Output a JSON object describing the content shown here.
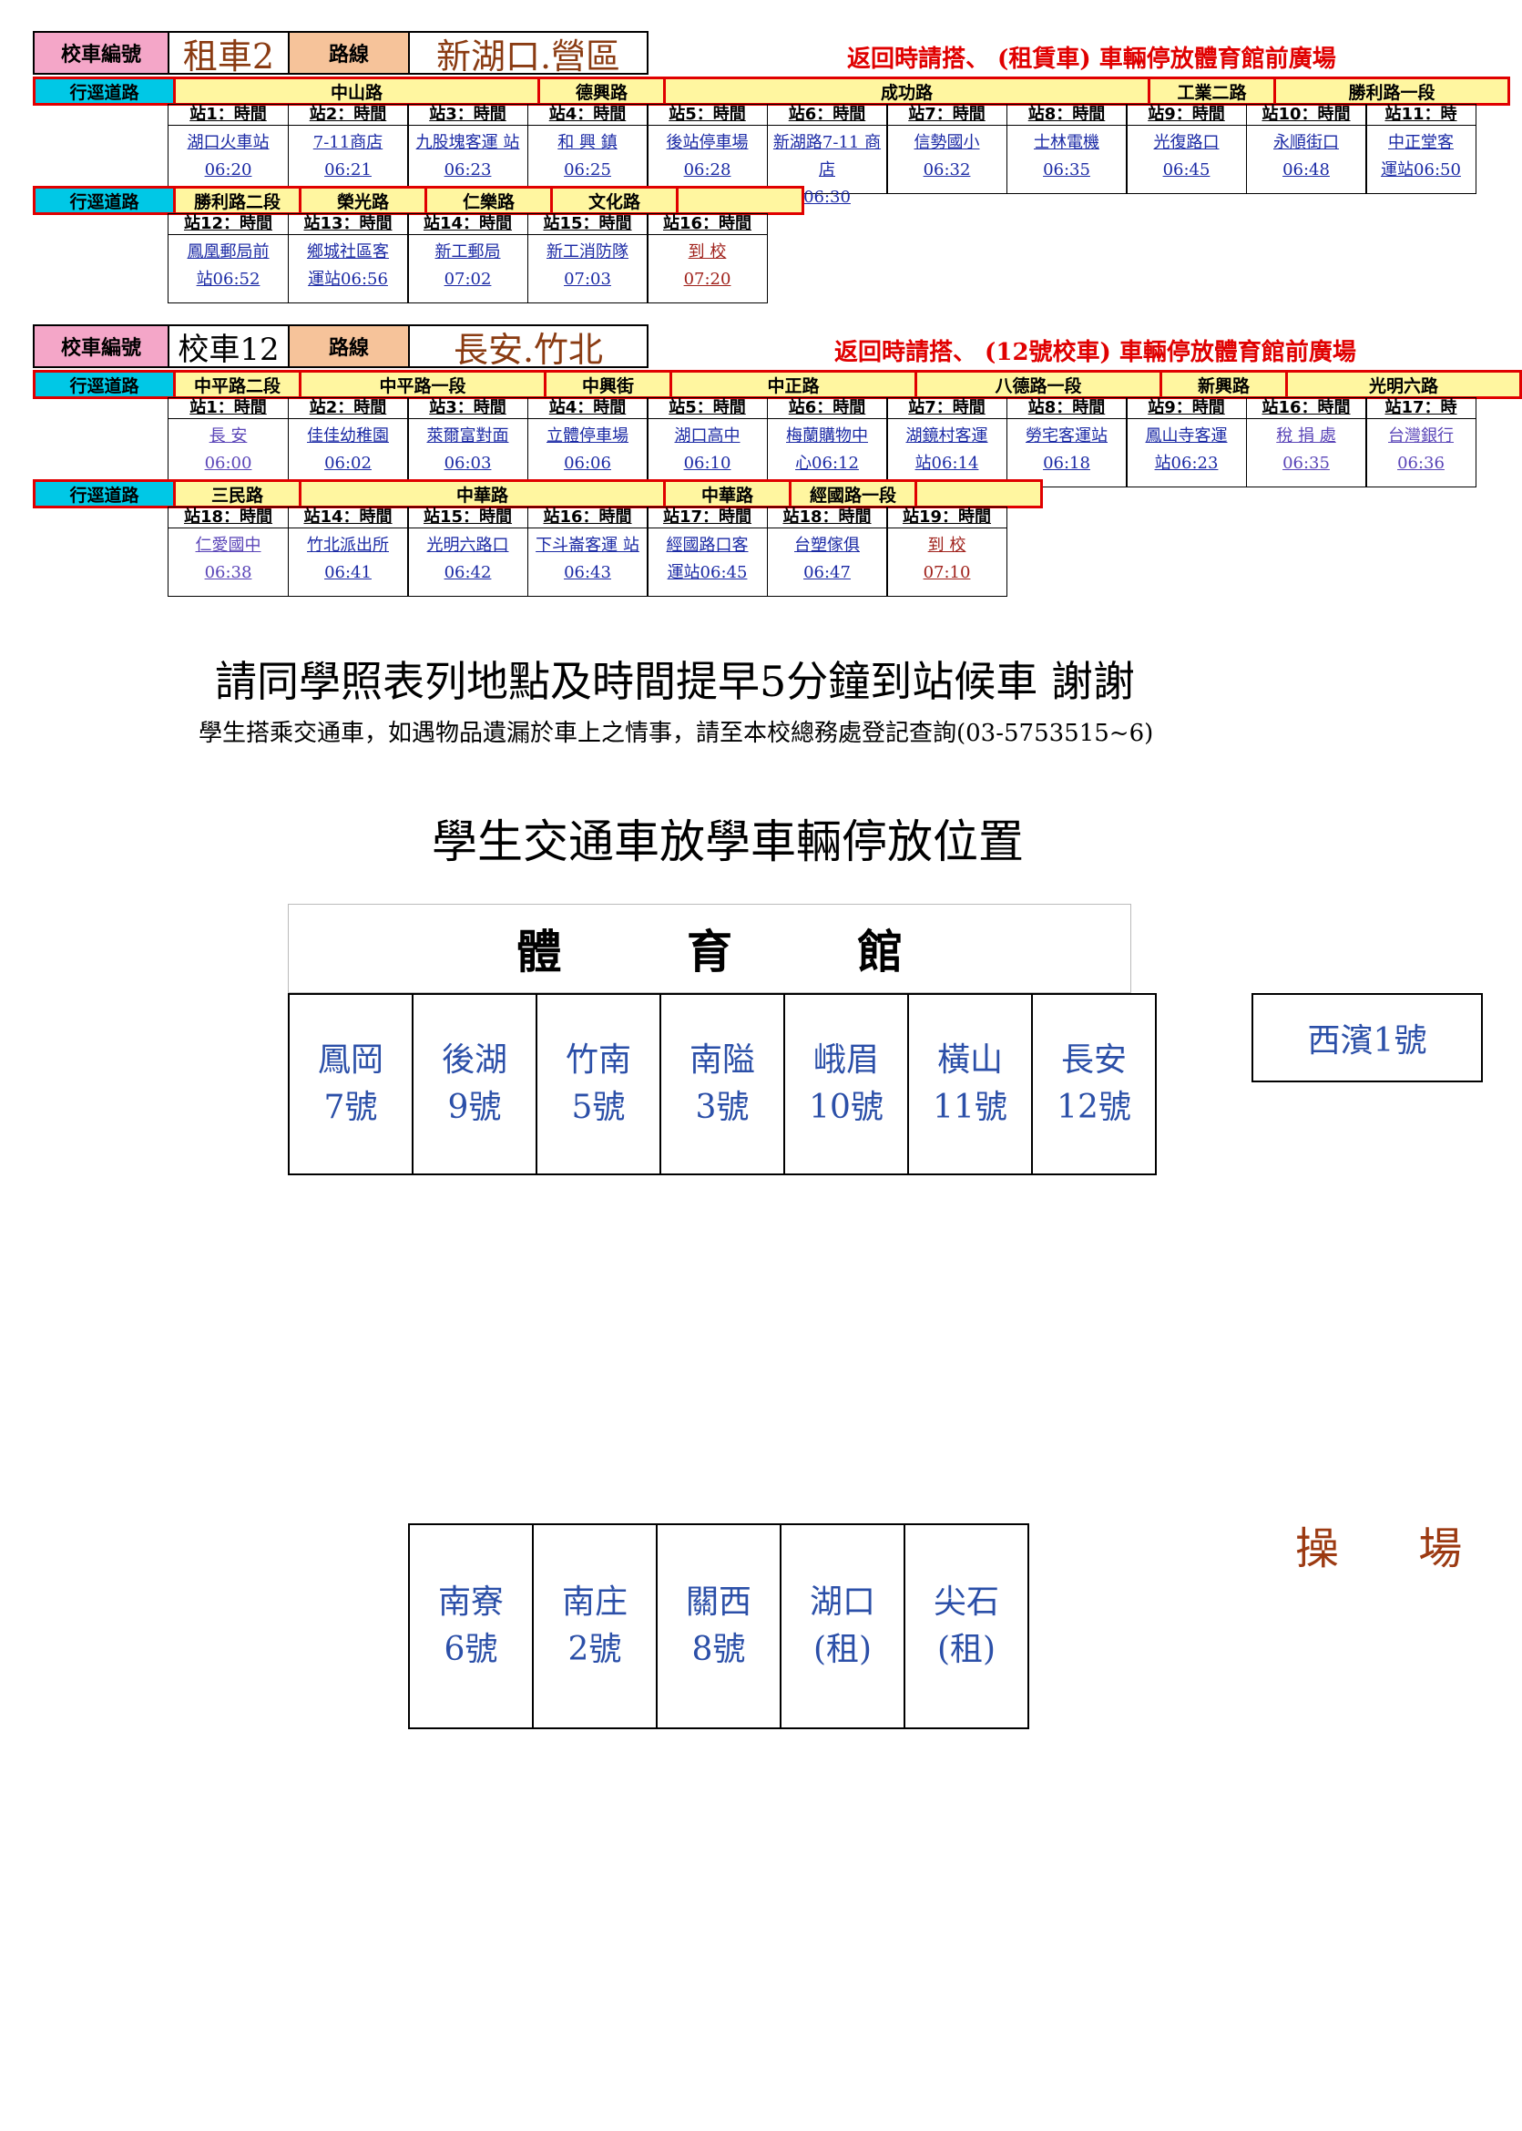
{
  "routes": [
    {
      "bus_label": "校車編號",
      "bus_name": "租車2",
      "route_label": "路線",
      "route_name": "新湖口.營區",
      "notice": "返回時請搭、 (租賃車) 車輛停放體育館前廣場",
      "rows": [
        {
          "roads": [
            {
              "text": "行逕道路",
              "kind": "label"
            },
            {
              "text": "中山路",
              "kind": "road"
            },
            {
              "text": "德興路",
              "kind": "road"
            },
            {
              "text": "成功路",
              "kind": "road"
            },
            {
              "text": "工業二路",
              "kind": "road"
            },
            {
              "text": "勝利路一段",
              "kind": "road"
            }
          ],
          "stops": [
            {
              "head": "站1：時間",
              "body": "湖口火車站 06:20"
            },
            {
              "head": "站2：時間",
              "body": "7-11商店 06:21"
            },
            {
              "head": "站3：時間",
              "body": "九股塊客運 站 06:23"
            },
            {
              "head": "站4：時間",
              "body": "和 興 鎮 06:25"
            },
            {
              "head": "站5：時間",
              "body": "後站停車場 06:28"
            },
            {
              "head": "站6：時間",
              "body": "新湖路7-11 商店 06:30"
            },
            {
              "head": "站7：時間",
              "body": "信勢國小 06:32"
            },
            {
              "head": "站8：時間",
              "body": "士林電機 06:35"
            },
            {
              "head": "站9：時間",
              "body": "光復路口 06:45"
            },
            {
              "head": "站10：時間",
              "body": "永順街口 06:48"
            },
            {
              "head": "站11：時",
              "body": "中正堂客 運站06:50"
            }
          ]
        },
        {
          "roads": [
            {
              "text": "行逕道路",
              "kind": "label"
            },
            {
              "text": "勝利路二段",
              "kind": "road"
            },
            {
              "text": "榮光路",
              "kind": "road"
            },
            {
              "text": "仁樂路",
              "kind": "road"
            },
            {
              "text": "文化路",
              "kind": "road"
            },
            {
              "text": "",
              "kind": "road"
            }
          ],
          "stops": [
            {
              "head": "站12：時間",
              "body": "鳳凰郵局前 站06:52"
            },
            {
              "head": "站13：時間",
              "body": "鄉城社區客 運站06:56"
            },
            {
              "head": "站14：時間",
              "body": "新工郵局 07:02"
            },
            {
              "head": "站15：時間",
              "body": "新工消防隊 07:03"
            },
            {
              "head": "站16：時間",
              "body": "到 校 07:20"
            }
          ]
        }
      ]
    },
    {
      "bus_label": "校車編號",
      "bus_name": "校車12",
      "route_label": "路線",
      "route_name": "長安.竹北",
      "notice": "返回時請搭、 (12號校車) 車輛停放體育館前廣場",
      "rows": [
        {
          "roads": [
            {
              "text": "行逕道路",
              "kind": "label"
            },
            {
              "text": "中平路二段",
              "kind": "road"
            },
            {
              "text": "中平路一段",
              "kind": "road"
            },
            {
              "text": "中興街",
              "kind": "road"
            },
            {
              "text": "中正路",
              "kind": "road"
            },
            {
              "text": "八德路一段",
              "kind": "road"
            },
            {
              "text": "新興路",
              "kind": "road"
            },
            {
              "text": "光明六路",
              "kind": "road"
            }
          ],
          "stops": [
            {
              "head": "站1：時間",
              "body": "長 安 06:00"
            },
            {
              "head": "站2：時間",
              "body": "佳佳幼稚園 06:02"
            },
            {
              "head": "站3：時間",
              "body": "萊爾富對面 06:03"
            },
            {
              "head": "站4：時間",
              "body": "立體停車場 06:06"
            },
            {
              "head": "站5：時間",
              "body": "湖口高中 06:10"
            },
            {
              "head": "站6：時間",
              "body": "梅蘭購物中 心06:12"
            },
            {
              "head": "站7：時間",
              "body": "湖鏡村客運 站06:14"
            },
            {
              "head": "站8：時間",
              "body": "勞宅客運站 06:18"
            },
            {
              "head": "站9：時間",
              "body": "鳳山寺客運 站06:23"
            },
            {
              "head": "站16：時間",
              "body": "稅 捐 處 06:35"
            },
            {
              "head": "站17：時",
              "body": "台灣銀行 06:36"
            }
          ]
        },
        {
          "roads": [
            {
              "text": "行逕道路",
              "kind": "label"
            },
            {
              "text": "三民路",
              "kind": "road"
            },
            {
              "text": "中華路",
              "kind": "road"
            },
            {
              "text": "中華路",
              "kind": "road"
            },
            {
              "text": "經國路一段",
              "kind": "road"
            },
            {
              "text": "",
              "kind": "road"
            }
          ],
          "stops": [
            {
              "head": "站18：時間",
              "body": "仁愛國中 06:38"
            },
            {
              "head": "站14：時間",
              "body": "竹北派出所 06:41"
            },
            {
              "head": "站15：時間",
              "body": "光明六路口 06:42"
            },
            {
              "head": "站16：時間",
              "body": "下斗崙客運 站 06:43"
            },
            {
              "head": "站17：時間",
              "body": "經國路口客 運站06:45"
            },
            {
              "head": "站18：時間",
              "body": "台塑傢俱 06:47"
            },
            {
              "head": "站19：時間",
              "body": "到 校 07:10"
            }
          ]
        }
      ]
    }
  ],
  "notes": {
    "main": "請同學照表列地點及時間提早5分鐘到站候車 謝謝",
    "sub": "學生搭乘交通車，如遇物品遺漏於車上之情事，請至本校總務處登記查詢(03-5753515~6)"
  },
  "parking": {
    "title": "學生交通車放學車輛停放位置",
    "gym_label": "體 育 館",
    "row1": [
      "鳳岡 7號",
      "後湖 9號",
      "竹南 5號",
      "南隘 3號",
      "峨眉 10號",
      "橫山 11號",
      "長安 12號"
    ],
    "side_box": "西濱1號",
    "row2": [
      "南寮 6號",
      "南庄 2號",
      "關西 8號",
      "湖口 (租)",
      "尖石 (租)"
    ],
    "field_label": "操 場"
  },
  "colors": {
    "label_bg": "#00c8e6",
    "road_bg": "#fff6a0",
    "road_border": "#e00000",
    "stop_text": "#1b2aa5",
    "slot_text": "#2b4fa8"
  }
}
